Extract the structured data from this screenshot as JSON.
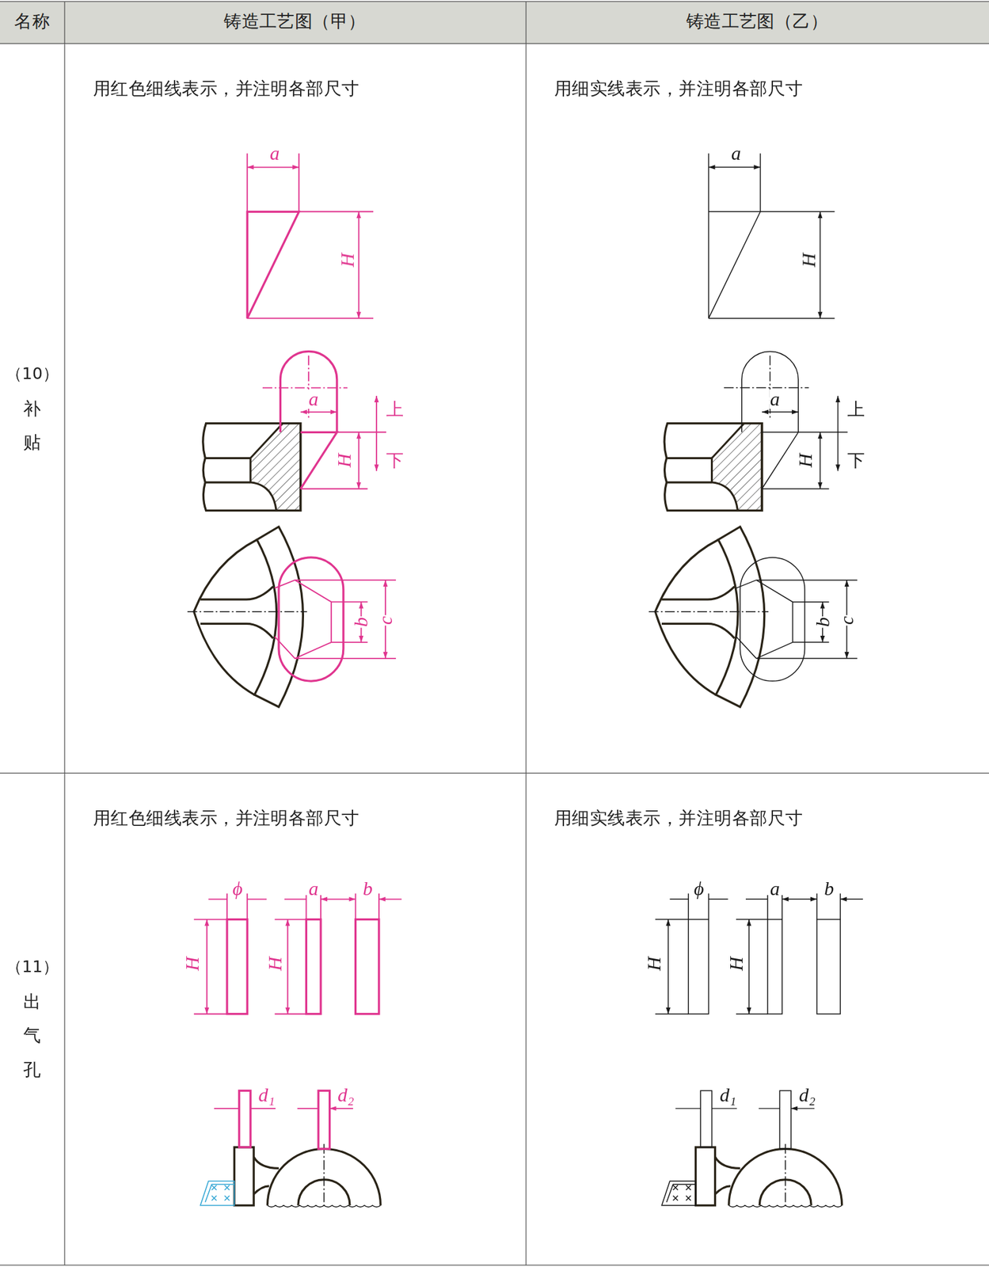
{
  "diagram": {
    "labels": [
      "名称",
      "铸造工艺图（甲）",
      "铸造工艺图（乙）",
      "（10）",
      "补贴",
      "用红色细线表示，并注明各部尺寸",
      "用细实线表示，并注明各部尺寸",
      "a",
      "H",
      "a",
      "上",
      "H",
      "下",
      "b",
      "c",
      "a",
      "H",
      "a",
      "上",
      "H",
      "下",
      "b",
      "c",
      "（11）",
      "出气孔",
      "用红色细线表示，并注明各部尺寸",
      "用细实线表示，并注明各部尺寸",
      "ϕ",
      "a",
      "b",
      "H",
      "H",
      "d₁",
      "d₂",
      "ϕ",
      "a",
      "b",
      "H",
      "H",
      "d₁",
      "d₂"
    ]
  }
}
